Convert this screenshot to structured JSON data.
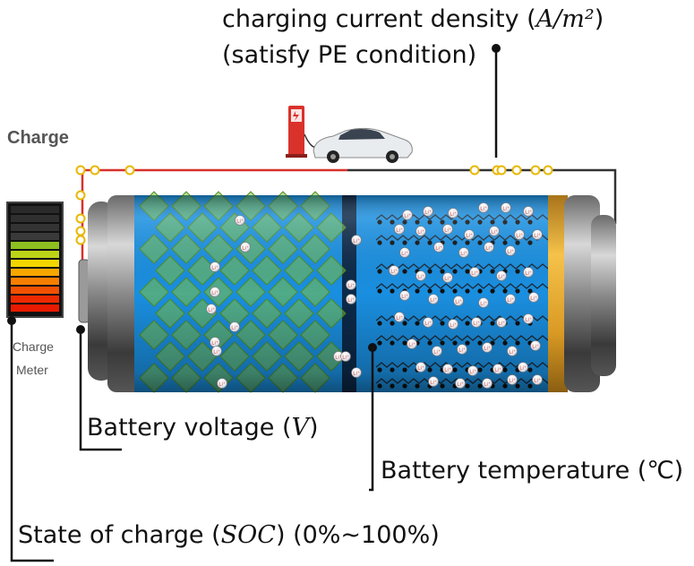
{
  "labels": {
    "current_line1_prefix": "charging current density (",
    "current_unit": "A/m²",
    "current_line1_suffix": ")",
    "current_line2": "(satisfy PE condition)",
    "voltage_prefix": "Battery voltage (",
    "voltage_unit": "V",
    "voltage_suffix": ")",
    "temperature": "Battery temperature (℃)",
    "soc_prefix": "State of charge (",
    "soc_unit": "SOC",
    "soc_suffix": ") (0%~100%)"
  },
  "charge_panel": {
    "title": "Charge",
    "meter_caption_line1": "Charge",
    "meter_caption_line2": "Meter"
  },
  "ion_label": "Li⁺",
  "colors": {
    "electrolyte": "#1a8fe0",
    "separator": "#0c2a4a",
    "cathode_crystal": "#7dc242",
    "anode_bond": "#1c2c3c",
    "gold_ring": "#e0a52b",
    "wire_red": "#d8312b",
    "wire_dark": "#333333",
    "charger_red": "#d9322b"
  }
}
